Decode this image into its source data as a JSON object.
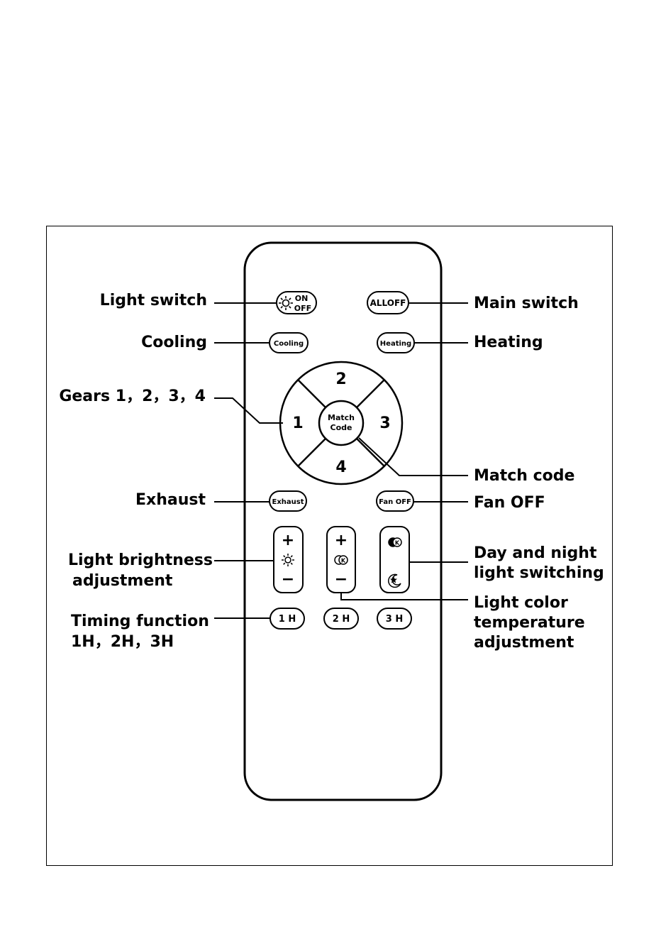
{
  "labels": {
    "light_switch": "Light switch",
    "cooling": "Cooling",
    "gears": "Gears 1，2，3，4",
    "exhaust": "Exhaust",
    "light_brightness_1": "Light brightness",
    "light_brightness_2": "adjustment",
    "timing_1": "Timing function",
    "timing_2": "1H，2H，3H",
    "main_switch": "Main switch",
    "heating": "Heating",
    "match_code": "Match code",
    "fan_off": "Fan OFF",
    "day_night_1": "Day and night",
    "day_night_2": "light switching",
    "color_temp_1": "Light color",
    "color_temp_2": "temperature",
    "color_temp_3": "adjustment"
  },
  "buttons": {
    "on": "ON",
    "off": "OFF",
    "all_off": "ALLOFF",
    "cooling": "Cooling",
    "heating": "Heating",
    "gear_1": "1",
    "gear_2": "2",
    "gear_3": "3",
    "gear_4": "4",
    "match_1": "Match",
    "match_2": "Code",
    "exhaust": "Exhaust",
    "fan_off": "Fan OFF",
    "plus": "+",
    "minus": "−",
    "timer_1h": "1 H",
    "timer_2h": "2 H",
    "timer_3h": "3 H"
  },
  "icons": {
    "sun": "sun-icon",
    "color_temp": "color-temperature-icon",
    "day_night": "moon-star-icon"
  }
}
